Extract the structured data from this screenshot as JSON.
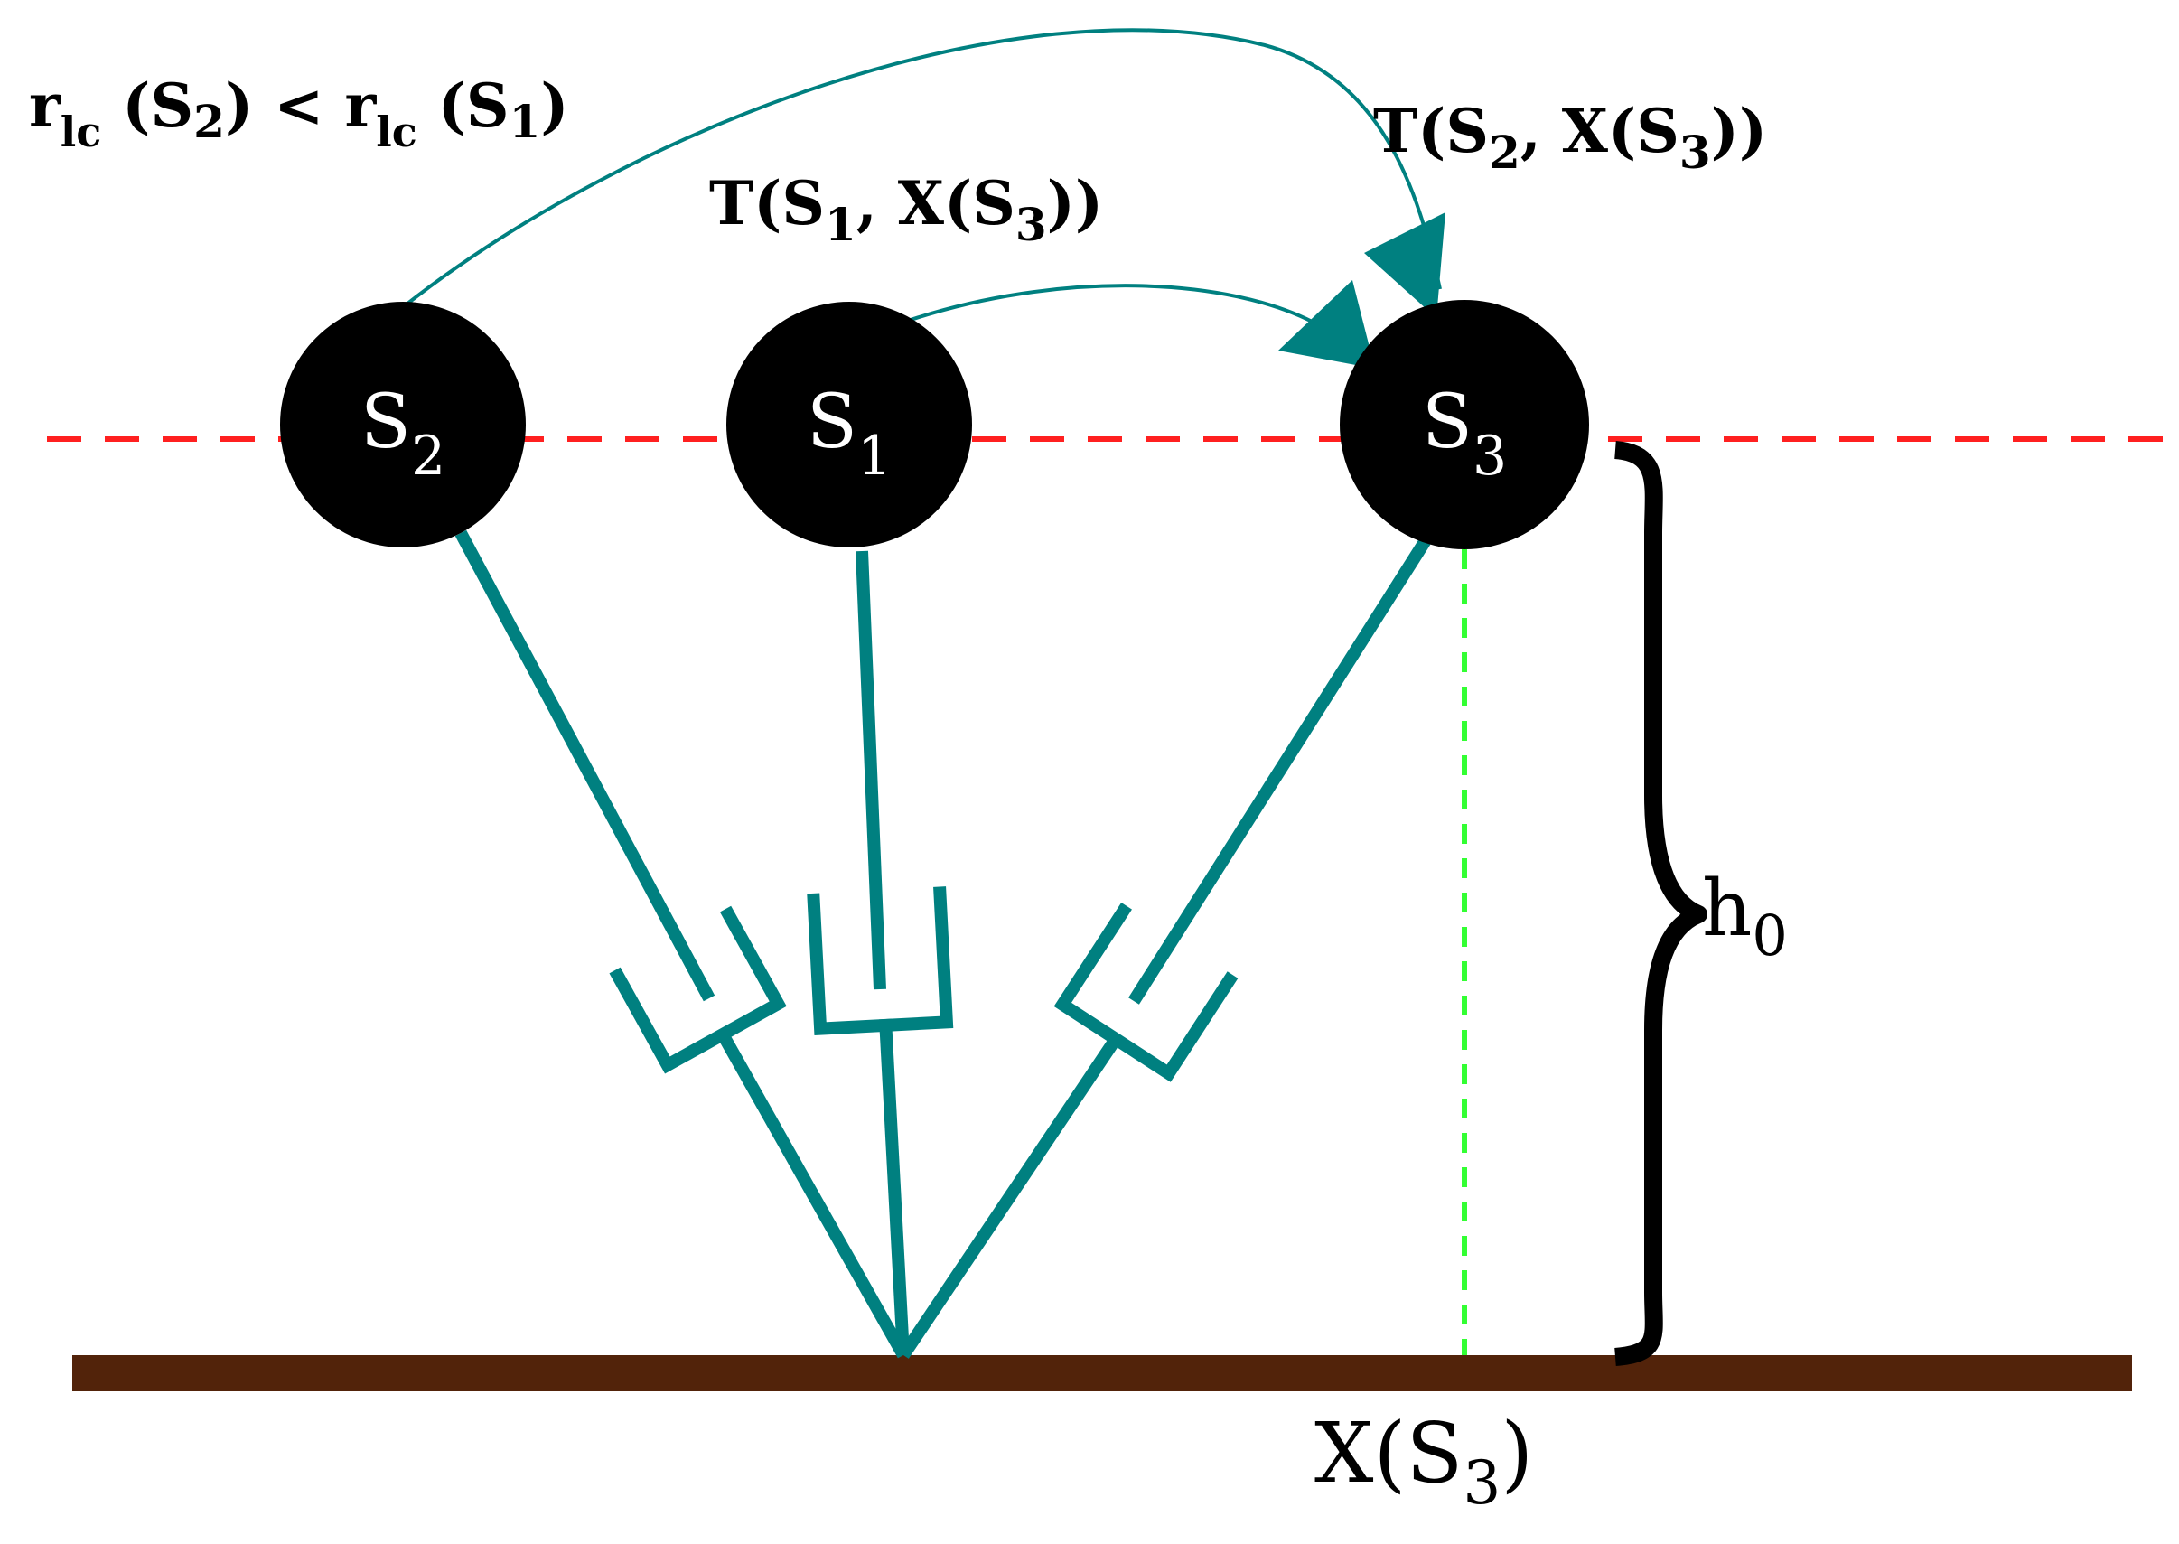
{
  "colors": {
    "teal": "#008080",
    "node_fill": "#000000",
    "node_text": "#ffffff",
    "ground": "#52230a",
    "dashed_red": "#ff2020",
    "dashed_green": "#33ff33",
    "text": "#000000"
  },
  "nodes": [
    {
      "id": "S2",
      "main": "S",
      "sub": "2"
    },
    {
      "id": "S1",
      "main": "S",
      "sub": "1"
    },
    {
      "id": "S3",
      "main": "S",
      "sub": "3"
    }
  ],
  "labels": {
    "rlc": {
      "r1": "r",
      "r1_sub": "lc",
      "open1": " (S",
      "s1_sub": "2",
      "close1": ")",
      "lt": " < ",
      "r2": "r",
      "r2_sub": "lc",
      "open2": " (S",
      "s2_sub": "1",
      "close2": ")"
    },
    "t1": {
      "prefix": "T(S",
      "sub1": "1",
      "middle": ", X(S",
      "sub2": "3",
      "suffix": "))"
    },
    "t2": {
      "prefix": "T(S",
      "sub1": "2",
      "middle": ", X(S",
      "sub2": "3",
      "suffix": "))"
    },
    "h0": {
      "main": "h",
      "sub": "0"
    },
    "x_s3": {
      "prefix": "X(S",
      "sub": "3",
      "suffix": ")"
    }
  },
  "icons": {
    "arrow_s1_s3": "curved-arrow-icon",
    "arrow_s2_s3": "curved-arrow-icon",
    "brace": "curly-brace-icon",
    "fork_left": "fork-icon",
    "fork_middle": "fork-icon",
    "fork_right": "fork-icon"
  }
}
